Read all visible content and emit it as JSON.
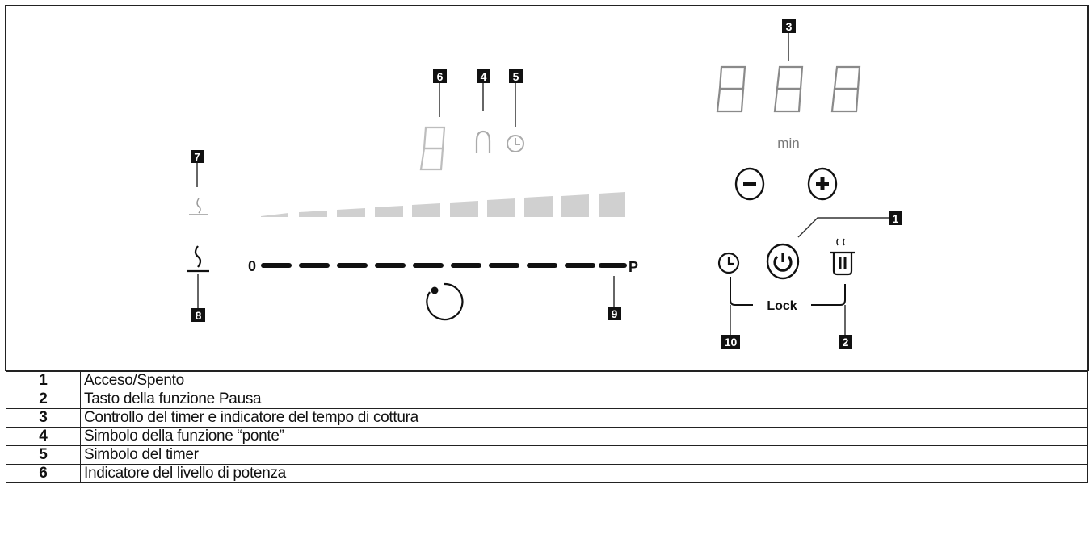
{
  "panel": {
    "scale_start_label": "0",
    "scale_end_label": "P",
    "timer_unit_label": "min",
    "minus_glyph": "−",
    "plus_glyph": "+",
    "lock_label": "Lock",
    "callouts": [
      "1",
      "2",
      "3",
      "4",
      "5",
      "6",
      "7",
      "8",
      "9",
      "10"
    ]
  },
  "legend": [
    {
      "number": "1",
      "text": "Acceso/Spento"
    },
    {
      "number": "2",
      "text": "Tasto della funzione Pausa"
    },
    {
      "number": "3",
      "text": "Controllo del timer e indicatore del tempo di cottura"
    },
    {
      "number": "4",
      "text": "Simbolo della funzione “ponte”"
    },
    {
      "number": "5",
      "text": "Simbolo del timer"
    },
    {
      "number": "6",
      "text": "Indicatore del livello di potenza"
    }
  ]
}
